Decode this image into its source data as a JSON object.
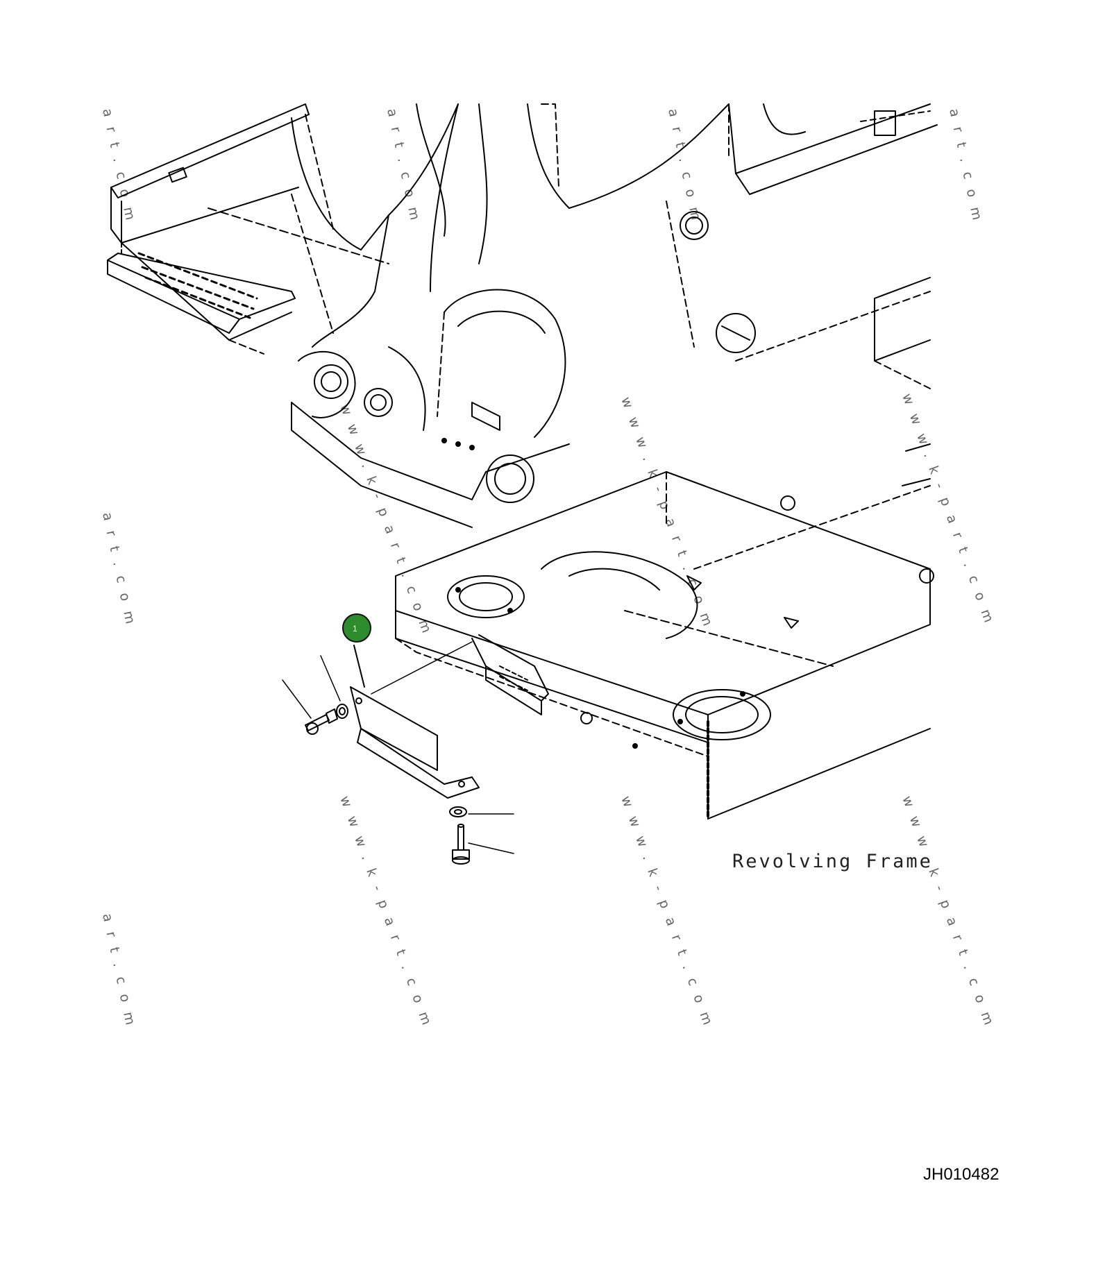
{
  "diagram": {
    "callouts": [
      {
        "number": "1",
        "color": "#2e8b2e"
      }
    ],
    "labels": {
      "frame": "Revolving Frame",
      "drawing_id": "JH010482"
    },
    "watermark_texts": [
      "art.com",
      "www.k-part.com"
    ],
    "line_color": "#000000",
    "background": "#ffffff"
  }
}
